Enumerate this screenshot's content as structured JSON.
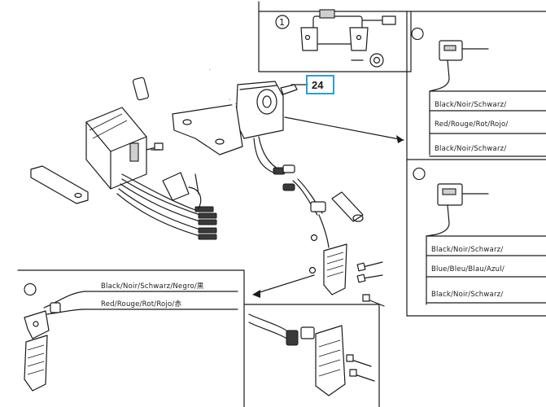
{
  "callout": {
    "label": "24",
    "color": "#2a9fd6"
  },
  "top_inset": {
    "index_label": "1"
  },
  "right_inset_a": {
    "wire_labels": [
      "Black/Noir/Schwarz/",
      "Red/Rouge/Rot/Rojo/",
      "Black/Noir/Schwarz/"
    ]
  },
  "right_inset_b": {
    "wire_labels": [
      "Black/Noir/Schwarz/",
      "Blue/Bleu/Blau/Azul/",
      "Black/Noir/Schwarz/"
    ]
  },
  "left_inset": {
    "wire_labels": [
      "Black/Noir/Schwarz/Negro/黒",
      "Red/Rouge/Rot/Rojo/赤"
    ]
  }
}
